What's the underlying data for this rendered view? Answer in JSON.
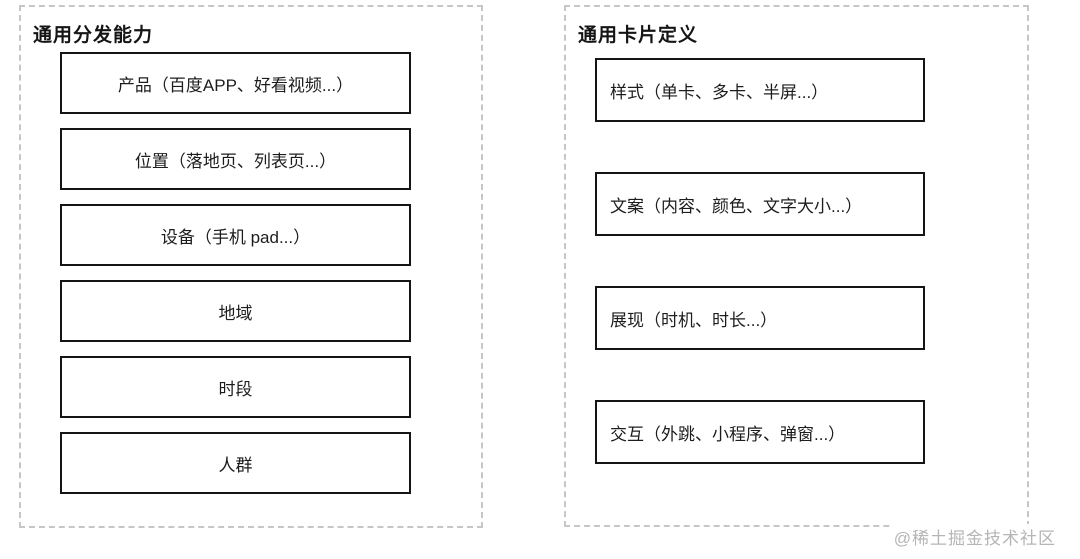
{
  "left_panel": {
    "title": "通用分发能力",
    "boxes": [
      {
        "label": "产品（百度APP、好看视频...）"
      },
      {
        "label": "位置（落地页、列表页...）"
      },
      {
        "label": "设备（手机 pad...）"
      },
      {
        "label": "地域"
      },
      {
        "label": "时段"
      },
      {
        "label": "人群"
      }
    ]
  },
  "right_panel": {
    "title": "通用卡片定义",
    "boxes": [
      {
        "label": "样式（单卡、多卡、半屏...）"
      },
      {
        "label": "文案（内容、颜色、文字大小...）"
      },
      {
        "label": "展现（时机、时长...）"
      },
      {
        "label": "交互（外跳、小程序、弹窗...）"
      }
    ]
  },
  "watermark": "@稀土掘金技术社区",
  "colors": {
    "box_border": "#151515",
    "dashed_border": "#c6c6c6",
    "watermark": "#b5b5b5",
    "text": "#1d1d1d",
    "background": "#ffffff"
  }
}
